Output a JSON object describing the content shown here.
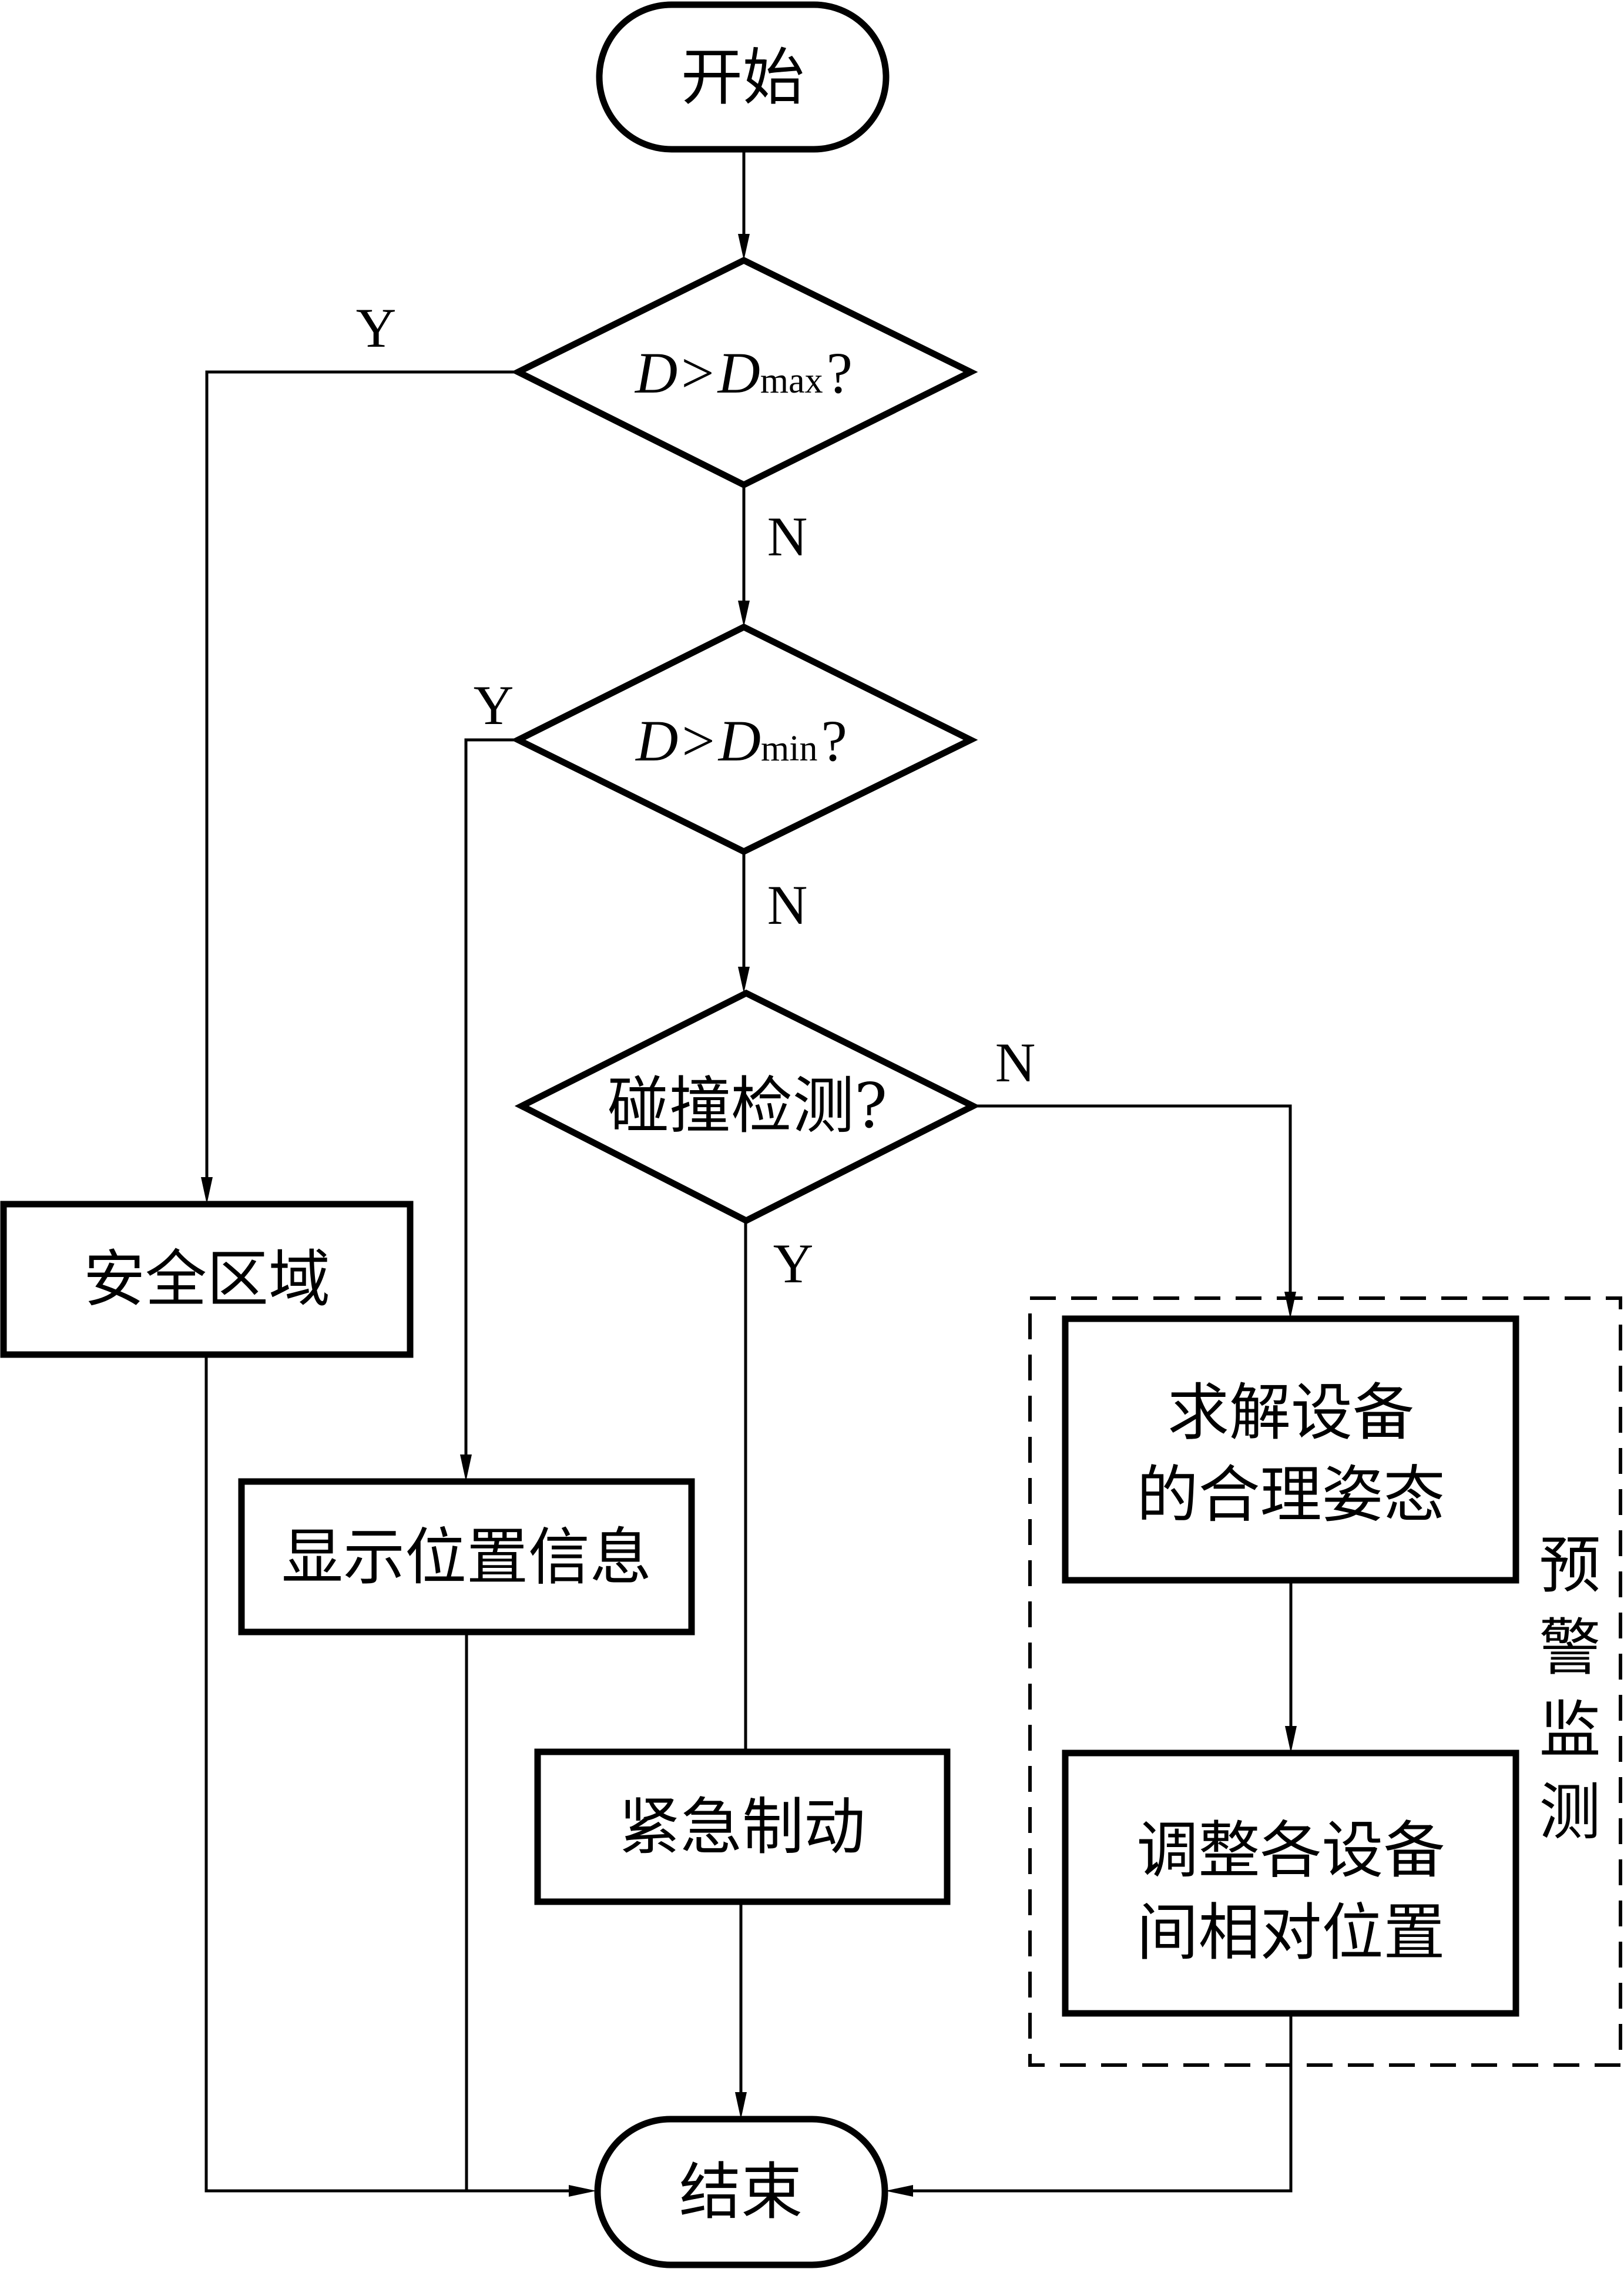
{
  "nodes": {
    "start": "开始",
    "end": "结束",
    "decision_max": {
      "var": "D",
      "op": ">",
      "var2": "D",
      "sub": "max",
      "q": "?"
    },
    "decision_min": {
      "var": "D",
      "op": ">",
      "var2": "D",
      "sub": "min",
      "q": "?"
    },
    "decision_collision": "碰撞检测?",
    "safe_zone": "安全区域",
    "show_position": "显示位置信息",
    "emergency_brake": "紧急制动",
    "solve_pose": [
      "求解设备",
      "的合理姿态"
    ],
    "adjust_position": [
      "调整各设备",
      "间相对位置"
    ]
  },
  "group_label": [
    "预",
    "警",
    "监",
    "测"
  ],
  "edge_labels": {
    "max_yes": "Y",
    "max_no": "N",
    "min_yes": "Y",
    "min_no": "N",
    "collision_no": "N",
    "collision_yes": "Y"
  }
}
